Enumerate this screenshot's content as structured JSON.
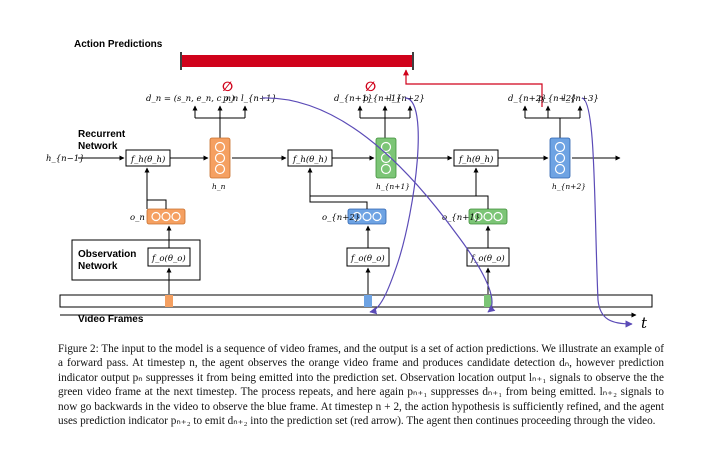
{
  "labels": {
    "action_predictions": "Action Predictions",
    "recurrent_network_1": "Recurrent",
    "recurrent_network_2": "Network",
    "observation_network_1": "Observation",
    "observation_network_2": "Network",
    "video_frames": "Video Frames",
    "t_axis": "t",
    "h_prev": "h_{n−1}",
    "suppressed_symbol": "∅"
  },
  "timesteps": [
    {
      "outputs_d": "d_n = (s_n, e_n, c_n)",
      "outputs_p": "p_n",
      "outputs_l": "l_{n+1}",
      "recurrent_fn": "f_h(θ_h)",
      "hidden": "h_n",
      "obs_label": "o_n",
      "obs_fn": "f_o(θ_o)",
      "color": "#f5a061",
      "suppressed": true
    },
    {
      "outputs_d": "d_{n+1}",
      "outputs_p": "p_{n+1}",
      "outputs_l": "l_{n+2}",
      "recurrent_fn": "f_h(θ_h)",
      "hidden": "h_{n+1}",
      "obs_label": "o_{n+2}",
      "obs_fn": "f_o(θ_o)",
      "color": "#7cc576",
      "suppressed": true
    },
    {
      "outputs_d": "d_{n+2}",
      "outputs_p": "p_{n+2}",
      "outputs_l": "l_{n+3}",
      "recurrent_fn": "f_h(θ_h)",
      "hidden": "h_{n+2}",
      "obs_label": "o_{n+1}",
      "obs_fn": "f_o(θ_o)",
      "color": "#6ea3e3",
      "suppressed": false
    }
  ],
  "colors": {
    "orange": "#f5a061",
    "green": "#7cc576",
    "blue": "#6ea3e3",
    "red": "#d0021b",
    "purple": "#5b4bb7"
  },
  "caption": "Figure 2: The input to the model is a sequence of video frames, and the output is a set of action predictions. We illustrate an example of a forward pass. At timestep n, the agent observes the orange video frame and produces candidate detection dₙ, however prediction indicator output pₙ suppresses it from being emitted into the prediction set. Observation location output lₙ₊₁ signals to observe the the green video frame at the next timestep. The process repeats, and here again pₙ₊₁ suppresses dₙ₊₁ from being emitted. lₙ₊₂ signals to now go backwards in the video to observe the blue frame. At timestep n + 2, the action hypothesis is sufficiently refined, and the agent uses prediction indicator pₙ₊₂ to emit dₙ₊₂ into the prediction set (red arrow). The agent then continues proceeding through the video."
}
